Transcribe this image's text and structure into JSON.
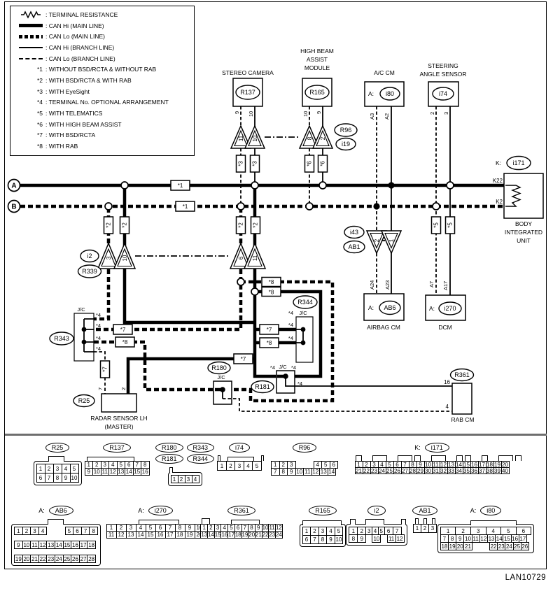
{
  "legend": {
    "line_items": [
      {
        "symbol": "resistor",
        "label": ": TERMINAL RESISTANCE"
      },
      {
        "symbol": "can-hi-main",
        "label": ": CAN Hi (MAIN LINE)"
      },
      {
        "symbol": "can-lo-main",
        "label": ": CAN Lo (MAIN LINE)"
      },
      {
        "symbol": "can-hi-branch",
        "label": ": CAN Hi (BRANCH LINE)"
      },
      {
        "symbol": "can-lo-branch",
        "label": ": CAN Lo (BRANCH LINE)"
      }
    ],
    "star_notes": [
      {
        "star": "*1",
        "text": ": WITHOUT BSD/RCTA & WITHOUT RAB"
      },
      {
        "star": "*2",
        "text": ": WITH BSD/RCTA & WITH RAB"
      },
      {
        "star": "*3",
        "text": ": WITH EyeSight"
      },
      {
        "star": "*4",
        "text": ": TERMINAL No. OPTIONAL ARRANGEMENT"
      },
      {
        "star": "*5",
        "text": ": WITH TELEMATICS"
      },
      {
        "star": "*6",
        "text": ": WITH HIGH BEAM ASSIST"
      },
      {
        "star": "*7",
        "text": ": WITH BSD/RCTA"
      },
      {
        "star": "*8",
        "text": ": WITH RAB"
      }
    ]
  },
  "stars": {
    "s1": "*1",
    "s2": "*2",
    "s3": "*3",
    "s4": "*4",
    "s5": "*5",
    "s6": "*6",
    "s7": "*7",
    "s8": "*8"
  },
  "bus": {
    "a": "A",
    "b": "B"
  },
  "c": {
    "stereo": {
      "name": "STEREO CAMERA",
      "id": "R137",
      "pin_lo": "9",
      "pin_hi": "10",
      "tri_lo": "11",
      "tri_hi": "10"
    },
    "hb": {
      "l1": "HIGH BEAM",
      "l2": "ASSIST",
      "l3": "MODULE",
      "id": "R165",
      "pin_lo": "10",
      "pin_hi": "9",
      "tri_lo": "8",
      "tri_hi": "2",
      "ov1": "R96",
      "ov2": "i19"
    },
    "ac": {
      "name": "A/C CM",
      "prefix": "A:",
      "id": "i80",
      "pin_lo": "A3",
      "pin_hi": "A2"
    },
    "sas": {
      "l1": "STEERING",
      "l2": "ANGLE SENSOR",
      "id": "i74",
      "pin_lo": "2",
      "pin_hi": "3"
    },
    "biu": {
      "prefix": "K:",
      "id": "i171",
      "pin_hi": "K22",
      "pin_lo": "K2",
      "l1": "BODY",
      "l2": "INTEGRATED",
      "l3": "UNIT"
    },
    "airbag": {
      "prefix": "A:",
      "id": "AB6",
      "name": "AIRBAG CM",
      "pin_lo": "A24",
      "pin_hi": "A23",
      "ov1": "i43",
      "ov2": "AB1",
      "tri_lo": "2",
      "tri_hi": "1"
    },
    "dcm": {
      "prefix": "A:",
      "id": "i270",
      "name": "DCM",
      "pin_lo": "A7",
      "pin_hi": "A17"
    },
    "radar": {
      "id": "R25",
      "l1": "RADAR SENSOR LH",
      "l2": "(MASTER)",
      "pin_lo": "7",
      "pin_hi": "2"
    },
    "rab": {
      "id": "R361",
      "name": "RAB CM",
      "pin_hi": "16",
      "pin_lo": "4"
    },
    "mid": {
      "ov1": "i2",
      "ov2": "R339",
      "t1": "3",
      "t2": "10",
      "t3": "6",
      "t4": "11"
    },
    "jc": "J/C",
    "r343": "R343",
    "r344": "R344",
    "r180": "R180",
    "r181": "R181"
  },
  "footer": {
    "code": "LAN10729"
  },
  "connector_section": {
    "items": [
      {
        "id": "R25",
        "ovals": [
          [
            "R25"
          ]
        ],
        "tabs": [
          [
            1.5,
            2
          ]
        ],
        "rows": [
          [
            "1",
            "2",
            "3",
            "4",
            "5"
          ],
          [
            "6",
            "7",
            "8",
            "9",
            "10"
          ]
        ]
      },
      {
        "id": "R137",
        "ovals": [
          [
            "R137"
          ]
        ],
        "bracket": [
          0.2,
          5.6
        ],
        "rows": [
          [
            "1",
            "2",
            "3",
            "4",
            "5",
            "6",
            "7",
            "8"
          ],
          [
            "9",
            "10",
            "11",
            "12",
            "13",
            "14",
            "15",
            "16"
          ]
        ]
      },
      {
        "id": "R18x",
        "ovals": [
          [
            "R180",
            "R343"
          ],
          [
            "R181",
            "R344"
          ]
        ],
        "tabs": [
          [
            0,
            0.8
          ]
        ],
        "rows": [
          [
            "1",
            "2",
            "3",
            "4"
          ]
        ]
      },
      {
        "id": "i74",
        "ovals": [
          [
            "i74"
          ]
        ],
        "bracket": [
          1,
          3
        ],
        "tabs": [
          [
            0,
            0.45
          ],
          [
            4.55,
            0.45
          ]
        ],
        "rows": [
          [
            "1",
            "2",
            "3",
            "4",
            "5"
          ]
        ]
      },
      {
        "id": "R96",
        "ovals": [
          [
            "R96"
          ]
        ],
        "rows": [
          [
            "1",
            "2",
            "3",
            {
              "g": 2
            },
            "4",
            "5",
            "6"
          ],
          [
            "7",
            "8",
            "9",
            "10",
            "11",
            "12",
            "13",
            "14"
          ]
        ]
      },
      {
        "id": "i171",
        "prefix": "K:",
        "ovals": [
          [
            "i171"
          ]
        ],
        "tabs": [
          [
            0,
            1
          ],
          [
            2,
            2
          ],
          [
            5,
            2
          ],
          [
            7,
            1
          ],
          [
            9,
            2
          ],
          [
            12,
            1
          ],
          [
            13,
            1
          ],
          [
            15,
            1
          ],
          [
            17,
            2
          ],
          [
            19,
            1
          ]
        ],
        "rows": [
          [
            "1",
            "2",
            "3",
            "4",
            "5",
            "6",
            "7",
            "8",
            "9",
            "10",
            "11",
            "12",
            "13",
            "14",
            "15",
            "16",
            "17",
            "18",
            "19",
            "20"
          ],
          [
            "21",
            "22",
            "23",
            "24",
            "25",
            "26",
            "27",
            "28",
            "29",
            "30",
            "31",
            "32",
            "33",
            "34",
            "35",
            "36",
            "37",
            "38",
            "39",
            "40"
          ]
        ]
      },
      {
        "id": "AB6",
        "prefix": "A:",
        "ovals": [
          [
            "AB6"
          ]
        ],
        "tabs": [
          [
            4,
            2
          ]
        ],
        "row_gap": 8,
        "rows": [
          [
            "1",
            "2",
            "3",
            "4",
            {
              "g": 2
            },
            "5",
            "6",
            "7",
            "8"
          ],
          [
            "9",
            "10",
            "11",
            "12",
            "13",
            "14",
            "15",
            "16",
            "17",
            "18"
          ],
          [
            "19",
            "20",
            "21",
            "22",
            "23",
            "24",
            "25",
            "26",
            "27",
            "28"
          ]
        ]
      },
      {
        "id": "i270",
        "prefix": "A:",
        "ovals": [
          [
            "i270"
          ]
        ],
        "bracket": [
          3,
          4
        ],
        "tabs": [
          [
            9,
            1
          ]
        ],
        "rows": [
          [
            "1",
            "2",
            "3",
            "4",
            "5",
            "6",
            "7",
            "8",
            "9",
            "10"
          ],
          [
            "11",
            "12",
            "13",
            "14",
            "15",
            "16",
            "17",
            "18",
            "19",
            "20"
          ]
        ]
      },
      {
        "id": "R361",
        "ovals": [
          [
            "R361"
          ]
        ],
        "bracket": [
          4,
          4
        ],
        "rows": [
          [
            "1",
            "2",
            "3",
            "4",
            "5",
            "6",
            "7",
            "8",
            "9",
            "10",
            "11",
            "12"
          ],
          [
            "13",
            "14",
            "15",
            "16",
            "17",
            "18",
            "19",
            "20",
            "21",
            "22",
            "23",
            "24"
          ]
        ]
      },
      {
        "id": "R165",
        "ovals": [
          [
            "R165"
          ]
        ],
        "bracket": [
          0.2,
          4.6
        ],
        "rows": [
          [
            "1",
            "2",
            "3",
            "4",
            "5"
          ],
          [
            "6",
            "7",
            "8",
            "9",
            "10"
          ]
        ]
      },
      {
        "id": "i2",
        "ovals": [
          [
            "i2"
          ]
        ],
        "tabs": [
          [
            0.3,
            0.8
          ],
          [
            2,
            2.25
          ],
          [
            5.9,
            0.8
          ]
        ],
        "rows": [
          [
            "1",
            "2",
            {
              "t": "3",
              "w": 0.75
            },
            {
              "t": "4",
              "w": 0.75
            },
            {
              "t": "5",
              "w": 0.75
            },
            "6",
            "7"
          ],
          [
            "8",
            "9",
            {
              "g": 0.62
            },
            "10",
            {
              "g": 0.63
            },
            "11",
            "12"
          ]
        ]
      },
      {
        "id": "AB1",
        "ovals": [
          [
            "AB1"
          ]
        ],
        "tabs": [
          [
            0.15,
            0.7
          ],
          [
            1.15,
            0.7
          ],
          [
            2.15,
            0.7
          ]
        ],
        "rows": [
          [
            "1",
            "2",
            "3"
          ]
        ]
      },
      {
        "id": "i80",
        "prefix": "A:",
        "ovals": [
          [
            "i80"
          ]
        ],
        "bracket": [
          3.7,
          5.6
        ],
        "rows": [
          [
            {
              "t": "1",
              "w": 1.85
            },
            {
              "t": "2",
              "w": 1.85
            },
            {
              "t": "3",
              "w": 1.85
            },
            {
              "t": "4",
              "w": 1.85
            },
            {
              "t": "5",
              "w": 1.85
            },
            {
              "t": "6",
              "w": 1.85
            }
          ],
          [
            "7",
            "8",
            "9",
            "10",
            "11",
            "12",
            "13",
            "14",
            "15",
            "16",
            "17"
          ],
          [
            "18",
            "19",
            "20",
            "21",
            {
              "g": 2
            },
            "22",
            "23",
            "24",
            "25",
            "26"
          ]
        ]
      }
    ]
  }
}
